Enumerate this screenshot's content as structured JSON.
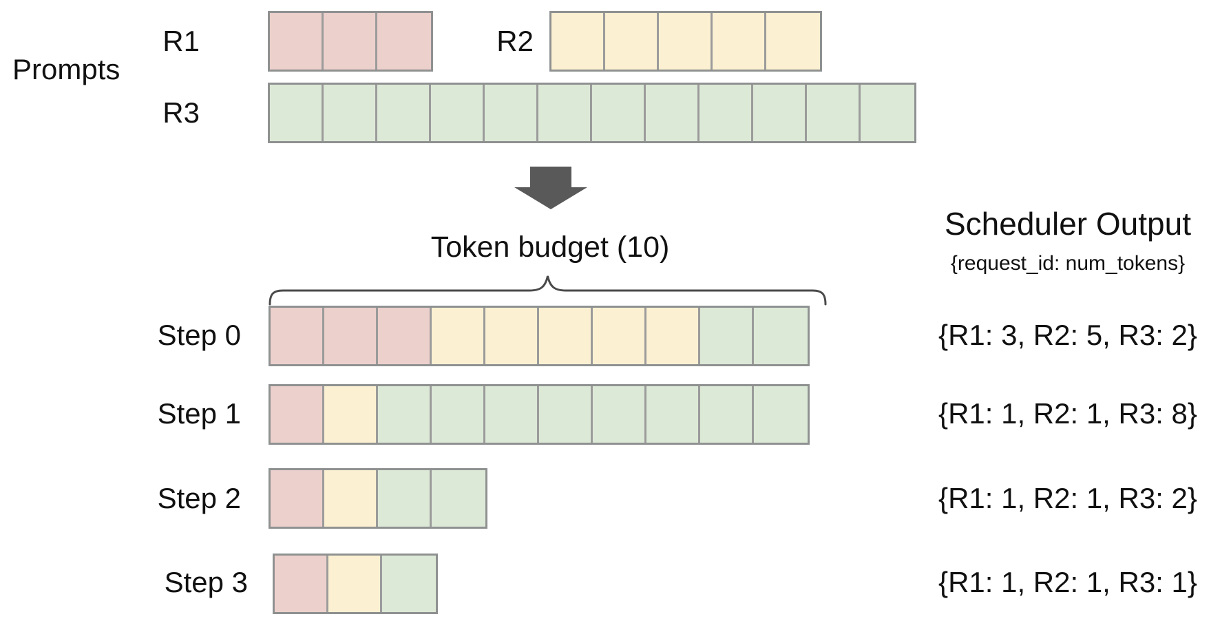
{
  "prompts": {
    "section_label": "Prompts",
    "rows": [
      {
        "id": "R1",
        "label": "R1",
        "segments": [
          {
            "request": "R1",
            "tokens": 3
          }
        ]
      },
      {
        "id": "R2",
        "label": "R2",
        "segments": [
          {
            "request": "R2",
            "tokens": 5
          }
        ]
      },
      {
        "id": "R3",
        "label": "R3",
        "segments": [
          {
            "request": "R3",
            "tokens": 12
          }
        ]
      }
    ]
  },
  "token_budget": {
    "label": "Token budget (10)",
    "budget": 10
  },
  "scheduler": {
    "title": "Scheduler Output",
    "subtitle": "{request_id: num_tokens}"
  },
  "steps": [
    {
      "label": "Step 0",
      "segments": [
        {
          "request": "R1",
          "tokens": 3
        },
        {
          "request": "R2",
          "tokens": 5
        },
        {
          "request": "R3",
          "tokens": 2
        }
      ],
      "output": "{R1: 3, R2: 5, R3: 2}"
    },
    {
      "label": "Step 1",
      "segments": [
        {
          "request": "R1",
          "tokens": 1
        },
        {
          "request": "R2",
          "tokens": 1
        },
        {
          "request": "R3",
          "tokens": 8
        }
      ],
      "output": "{R1: 1, R2: 1, R3: 8}"
    },
    {
      "label": "Step 2",
      "segments": [
        {
          "request": "R1",
          "tokens": 1
        },
        {
          "request": "R2",
          "tokens": 1
        },
        {
          "request": "R3",
          "tokens": 2
        }
      ],
      "output": "{R1: 1, R2: 1, R3: 2}"
    },
    {
      "label": "Step 3",
      "segments": [
        {
          "request": "R1",
          "tokens": 1
        },
        {
          "request": "R2",
          "tokens": 1
        },
        {
          "request": "R3",
          "tokens": 1
        }
      ],
      "output": "{R1: 1, R2: 1, R3: 1}"
    }
  ],
  "request_colors": {
    "R1": "#ecd0cc",
    "R2": "#fbf1d2",
    "R3": "#dde9d7"
  },
  "diagram_colors": {
    "cell_border": "#9b9b9b",
    "row_border": "#8f9191",
    "arrow": "#595959",
    "brace": "#4a4a4a",
    "text": "#111111",
    "background": "#ffffff"
  }
}
